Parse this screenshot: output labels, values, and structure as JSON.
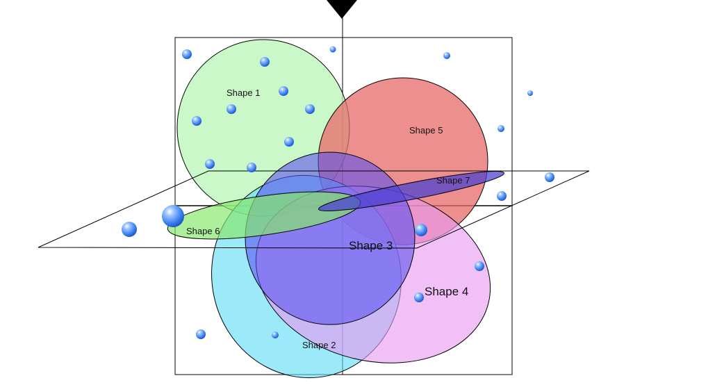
{
  "diagram": {
    "shapes": [
      {
        "id": "shape-1",
        "label": "Shape 1",
        "color": "#b6f5b4"
      },
      {
        "id": "shape-2",
        "label": "Shape 2",
        "color": "#5fdcf5"
      },
      {
        "id": "shape-3",
        "label": "Shape 3",
        "color": "#5a4ff0"
      },
      {
        "id": "shape-4",
        "label": "Shape 4",
        "color": "#e79af0"
      },
      {
        "id": "shape-5",
        "label": "Shape 5",
        "color": "#e86a6a"
      },
      {
        "id": "shape-6",
        "label": "Shape 6",
        "color": "#86e86a"
      },
      {
        "id": "shape-7",
        "label": "Shape 7",
        "color": "#4a3fd0"
      }
    ],
    "colors": {
      "sphere": "#3a7ff0",
      "outline": "#000000",
      "pointer": "#000000"
    },
    "icons": {
      "pointer": "down-triangle-icon",
      "sphere": "sphere-icon"
    }
  }
}
